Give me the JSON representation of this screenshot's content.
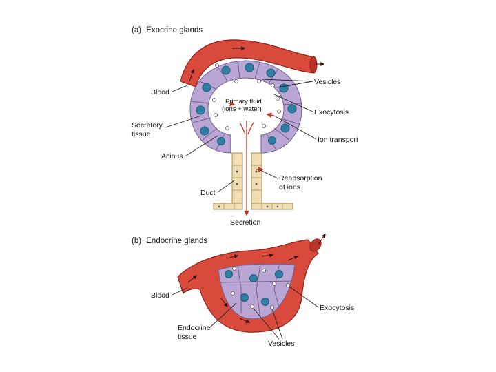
{
  "panel_a": {
    "title_prefix": "(a)",
    "title": "Exocrine glands",
    "labels": {
      "blood": "Blood",
      "vesicles": "Vesicles",
      "primary_fluid_line1": "Primary fluid",
      "primary_fluid_line2": "(ions + water)",
      "exocytosis": "Exocytosis",
      "secretory_line1": "Secretory",
      "secretory_line2": "tissue",
      "ion_transport": "Ion transport",
      "acinus": "Acinus",
      "reabsorption_line1": "Reabsorption",
      "reabsorption_line2": "of ions",
      "duct": "Duct",
      "secretion": "Secretion"
    }
  },
  "panel_b": {
    "title_prefix": "(b)",
    "title": "Endocrine glands",
    "labels": {
      "blood": "Blood",
      "exocytosis": "Exocytosis",
      "endocrine_line1": "Endocrine",
      "endocrine_line2": "tissue",
      "vesicles": "Vesicles"
    }
  },
  "colors": {
    "vessel": "#d84a3c",
    "cell": "#b9a6d4",
    "nucleus": "#2f7fa3",
    "duct": "#efdcb2",
    "flow_arrow": "#c0392b"
  }
}
